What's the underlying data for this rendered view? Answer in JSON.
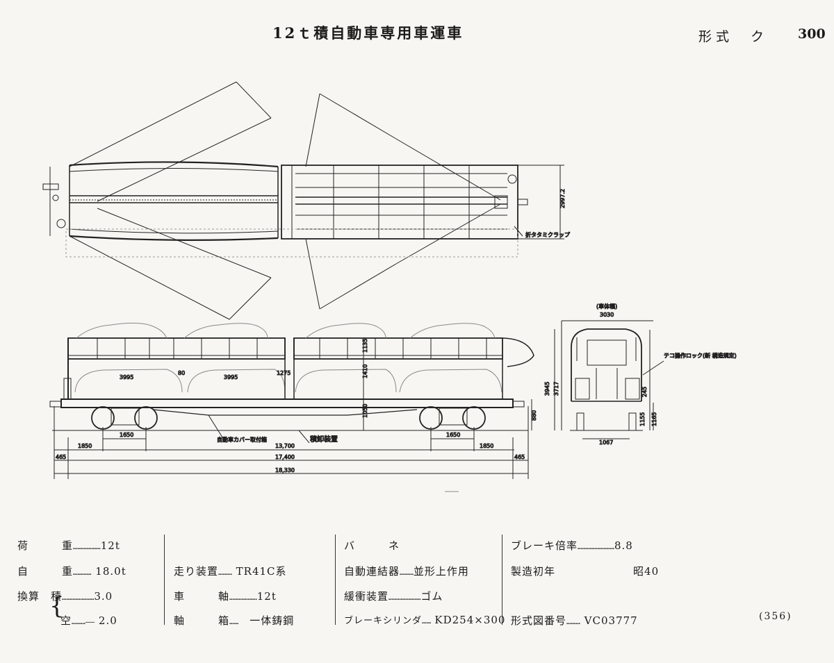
{
  "header": {
    "title": "12ｔ積自動車専用車運車",
    "form_label": "形式　ク",
    "form_number": "300"
  },
  "drawing_labels": {
    "width_overall": "2997.2",
    "folding_clamp": "折タタミクラップ",
    "front_width": "3030",
    "front_width_note": "(車体幅)",
    "car_len_1": "3995",
    "car_len_2": "3995",
    "gap_1": "80",
    "gap_2": "1275",
    "bogie_1": "1650",
    "bogie_2": "1650",
    "end_1": "1850",
    "end_2": "1850",
    "dim_13700": "13,700",
    "dim_17400": "17,400",
    "dim_18330": "18,330",
    "dim_465a": "465",
    "dim_465b": "465",
    "h_1410": "1410",
    "h_1135": "1135",
    "h_1050": "1050",
    "h_880": "880",
    "h_3717": "3717",
    "h_3945": "3945",
    "h_1155": "1155",
    "h_1165": "1165",
    "h_245": "245",
    "w_1067": "1067",
    "callout_cover": "自動車カバー取付箱",
    "callout_loading": "積卸装置",
    "callout_side": "テコ操作ロック(新 構造規定)"
  },
  "specs": {
    "col1": [
      {
        "label": "荷　　　重",
        "value": "12t"
      },
      {
        "label": "自　　　重",
        "value": "18.0t"
      },
      {
        "label": "換算　積",
        "value": "3.0"
      },
      {
        "label": "空",
        "value": "2.0"
      }
    ],
    "col2": [
      {
        "label": "走り装置",
        "value": "TR41C系"
      },
      {
        "label": "車　　　軸",
        "value": "12t"
      },
      {
        "label": "軸　　　箱",
        "value": "一体鋳鋼"
      }
    ],
    "col3": [
      {
        "label": "バ　　　ネ",
        "value": ""
      },
      {
        "label": "自動連結器",
        "value": "並形上作用"
      },
      {
        "label": "緩衝装置",
        "value": "ゴム"
      },
      {
        "label": "ブレーキシリンダ",
        "value": "KD254×300"
      }
    ],
    "col4": [
      {
        "label": "ブレーキ倍率",
        "value": "8.8"
      },
      {
        "label": "製造初年",
        "value": "昭40"
      },
      {
        "label": "形式図番号",
        "value": "VC03777"
      }
    ]
  },
  "page_number": "(356)"
}
